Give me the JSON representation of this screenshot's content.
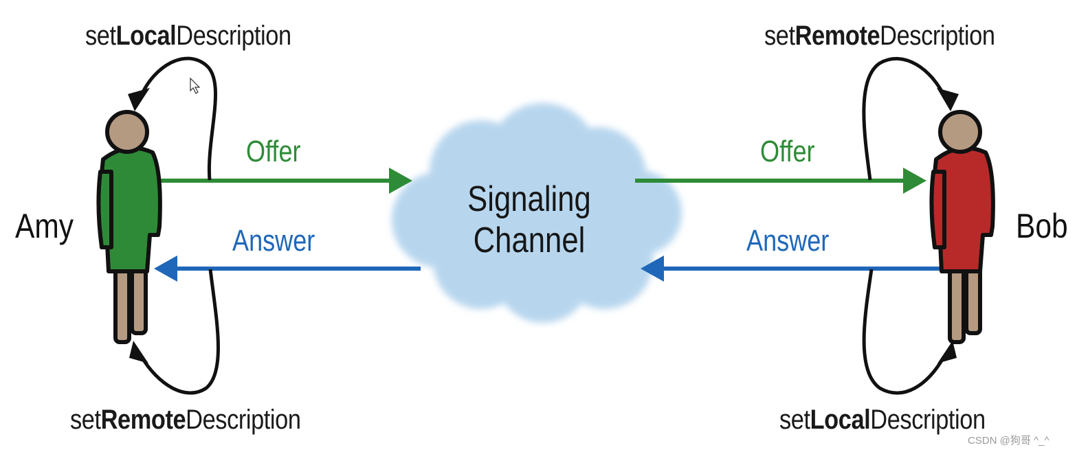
{
  "colors": {
    "offer": "#2e8b37",
    "answer": "#1f67b8",
    "cloud": "#b7d6ee",
    "amy_body": "#2f8a37",
    "bob_body": "#b82a2a",
    "skin": "#b59a82"
  },
  "amy": {
    "name": "Amy",
    "top_call": {
      "prefix": "set",
      "bold": "Local",
      "suffix": "Description"
    },
    "bottom_call": {
      "prefix": "set",
      "bold": "Remote",
      "suffix": "Description"
    }
  },
  "bob": {
    "name": "Bob",
    "top_call": {
      "prefix": "set",
      "bold": "Remote",
      "suffix": "Description"
    },
    "bottom_call": {
      "prefix": "set",
      "bold": "Local",
      "suffix": "Description"
    }
  },
  "channel": {
    "line1": "Signaling",
    "line2": "Channel"
  },
  "left_offer": "Offer",
  "left_answer": "Answer",
  "right_offer": "Offer",
  "right_answer": "Answer",
  "watermark": "CSDN @狗哥   ^_^"
}
